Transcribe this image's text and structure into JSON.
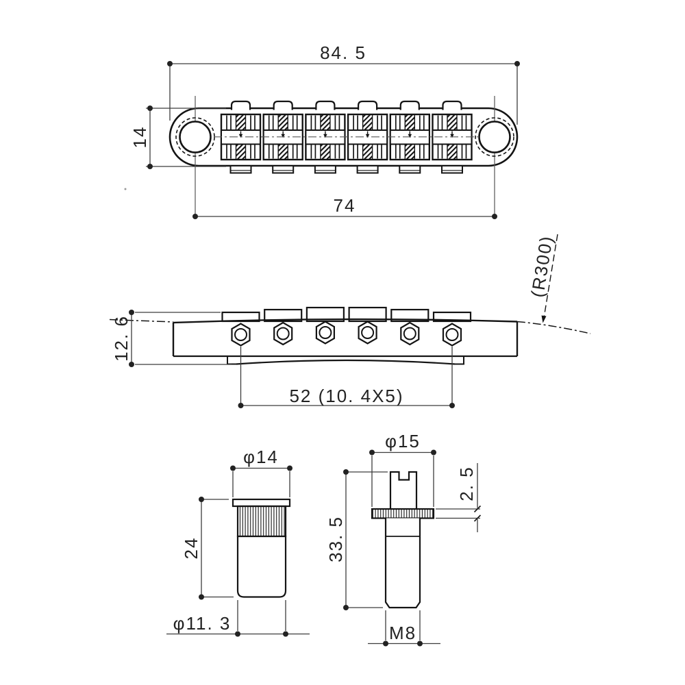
{
  "drawing": {
    "kind": "guitar tune-o-matic bridge technical drawing",
    "views": {
      "top": {
        "overall_width": "84. 5",
        "body_height": "14",
        "post_spacing": "74"
      },
      "side": {
        "overall_height": "12. 6",
        "radius": "(R300)",
        "saddle_spacing": "52 (10. 4X5)"
      },
      "bushing": {
        "head_diameter": "φ14",
        "length": "24",
        "body_diameter": "φ11. 3"
      },
      "stud": {
        "wheel_diameter": "φ15",
        "length": "33. 5",
        "wheel_thickness": "2. 5",
        "thread": "M8"
      }
    },
    "colors": {
      "background": "#ffffff",
      "outline": "#141414",
      "dimension": "#3c3c3c",
      "text": "#222222"
    }
  }
}
